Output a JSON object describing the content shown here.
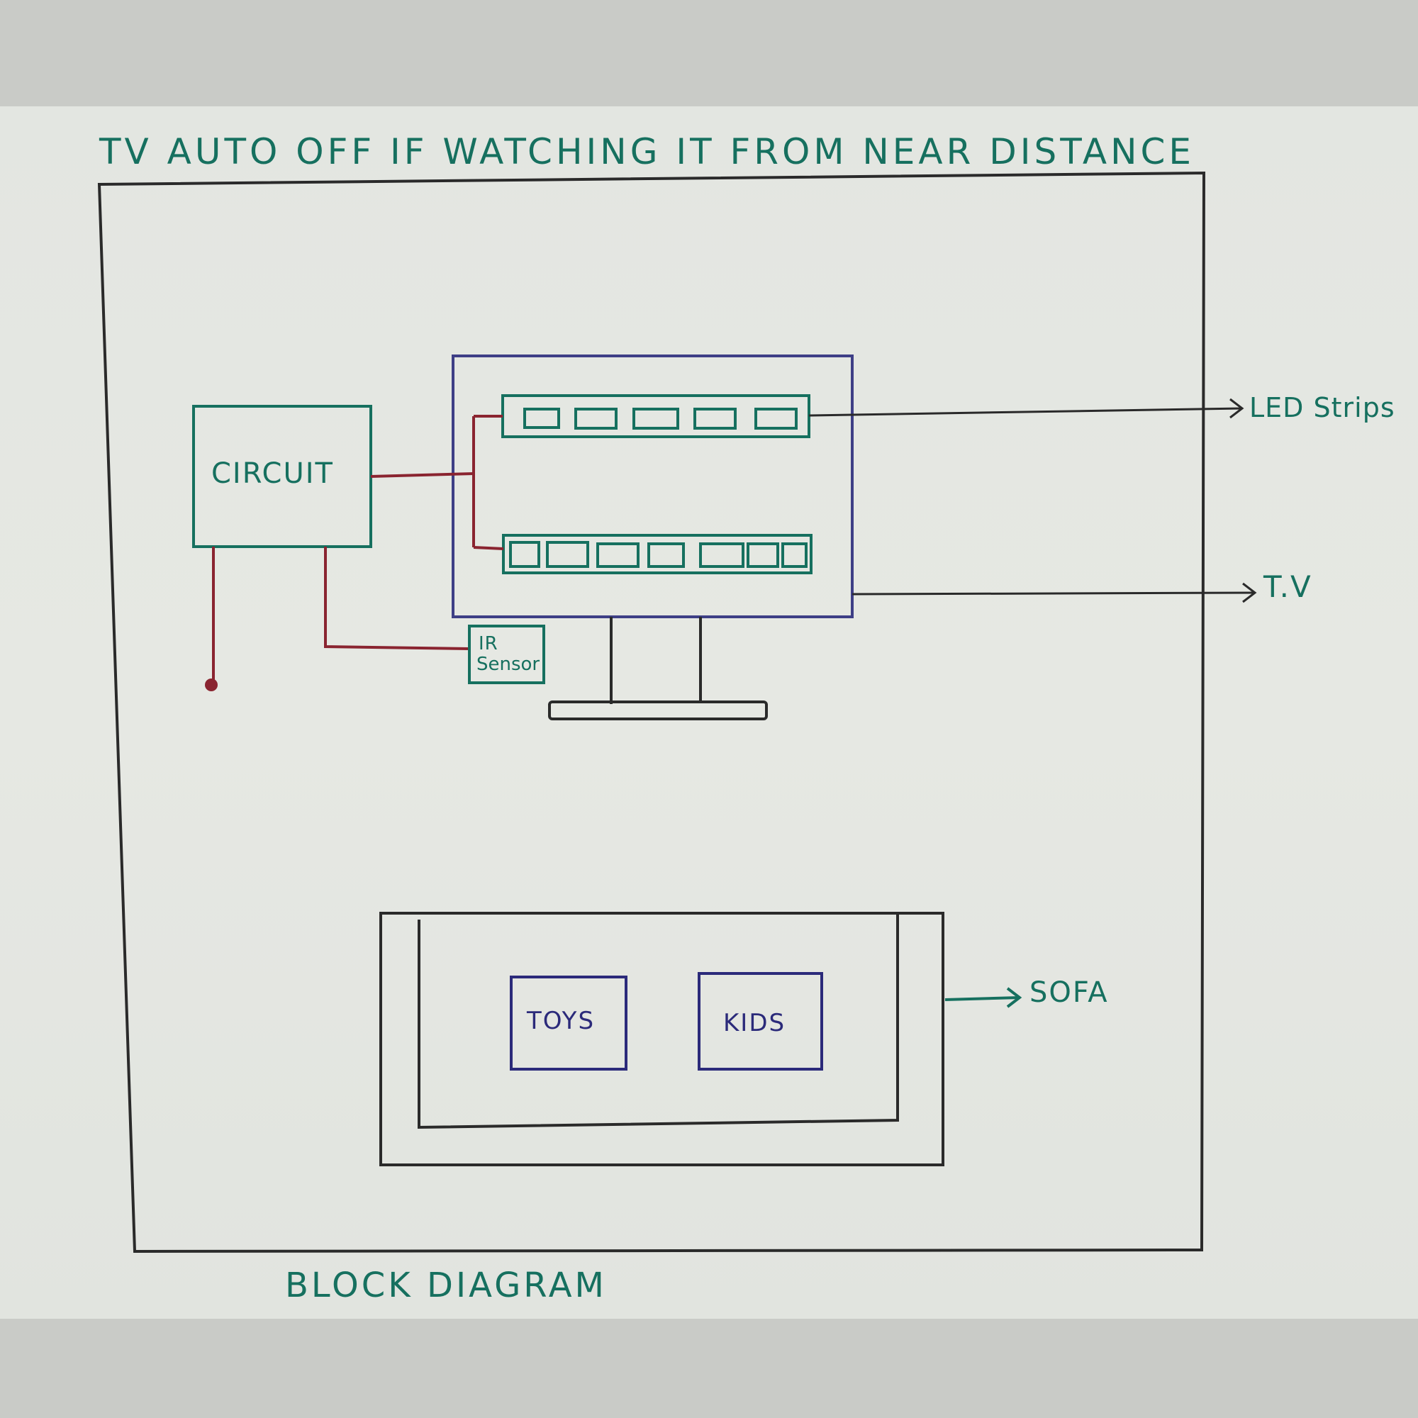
{
  "title": "TV AUTO OFF  IF WATCHING IT FROM NEAR  DISTANCE",
  "footer": "BLOCK  DIAGRAM",
  "blocks": {
    "circuit": "CIRCUIT",
    "ir_sensor_line1": "IR",
    "ir_sensor_line2": "Sensor",
    "toys": "TOYS",
    "kids": "KIDS"
  },
  "callouts": {
    "led_strips": "LED Strips",
    "tv": "T.V",
    "sofa": "SOFA"
  },
  "colors": {
    "ink_black": "#2a2a2a",
    "ink_teal": "#16705f",
    "ink_red": "#8a2430",
    "ink_navy": "#2b2a7a",
    "ink_blue_tv": "#3e3f86"
  }
}
